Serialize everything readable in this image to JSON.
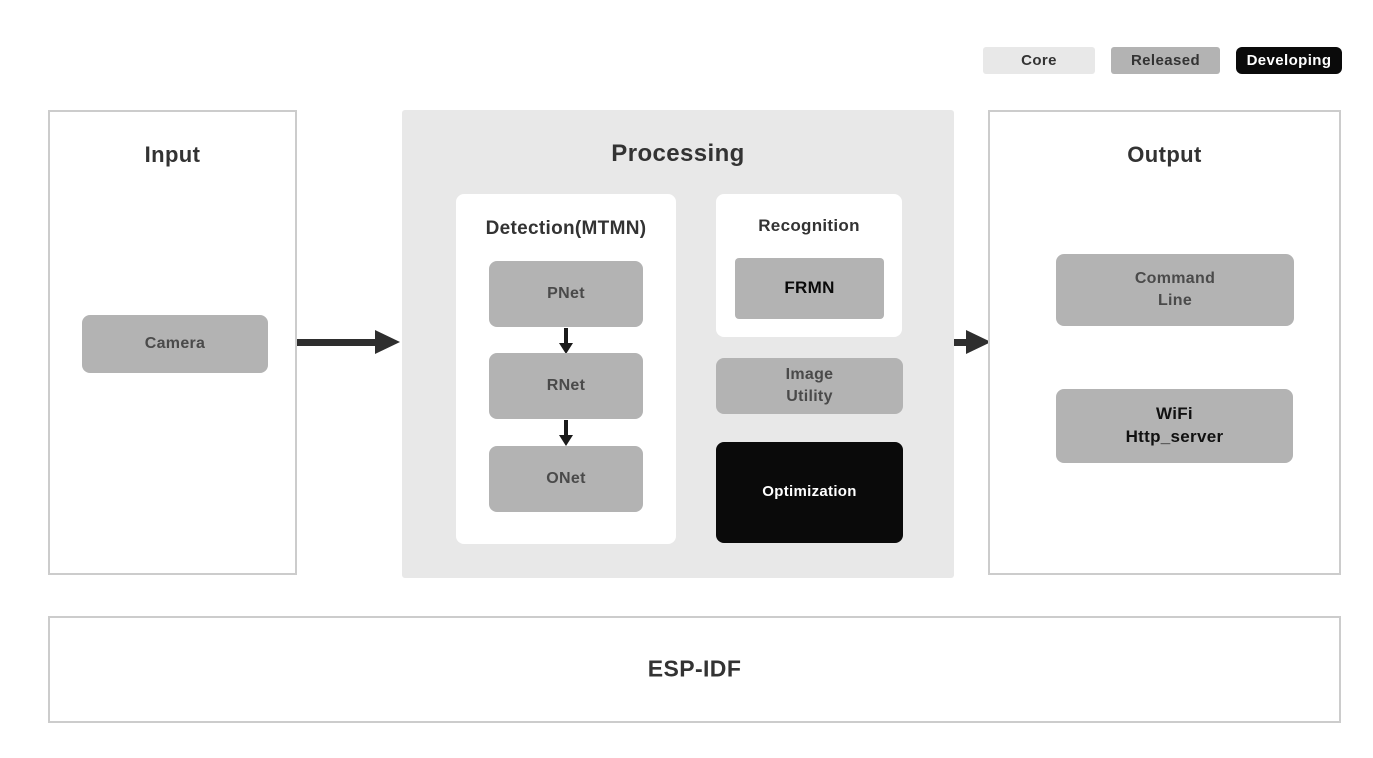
{
  "colors": {
    "core_fill": "#e8e8e8",
    "released_fill": "#b3b3b3",
    "developing_fill": "#0a0a0a",
    "developing_text": "#ffffff",
    "node_label_text": "#4a4a4a",
    "title_text": "#333333",
    "box_border": "#cccccc",
    "arrow": "#2e2e2e",
    "background": "#ffffff"
  },
  "legend": {
    "items": [
      {
        "label": "Core",
        "status": "core",
        "bg": "#e8e8e8",
        "fg": "#333333"
      },
      {
        "label": "Released",
        "status": "released",
        "bg": "#b3b3b3",
        "fg": "#333333"
      },
      {
        "label": "Developing",
        "status": "developing",
        "bg": "#0a0a0a",
        "fg": "#ffffff"
      }
    ]
  },
  "sections": {
    "input": {
      "title": "Input",
      "nodes": [
        {
          "label": "Camera",
          "status": "released"
        }
      ]
    },
    "processing": {
      "title": "Processing",
      "status": "core",
      "detection": {
        "title": "Detection(MTMN)",
        "flow": "PNet -> RNet -> ONet",
        "nodes": [
          {
            "label": "PNet",
            "status": "released"
          },
          {
            "label": "RNet",
            "status": "released"
          },
          {
            "label": "ONet",
            "status": "released"
          }
        ]
      },
      "recognition": {
        "title": "Recognition",
        "nodes": [
          {
            "label": "FRMN",
            "status": "released"
          }
        ]
      },
      "image_utility": {
        "lines": [
          "Image",
          "Utility"
        ],
        "status": "released"
      },
      "optimization": {
        "label": "Optimization",
        "status": "developing"
      }
    },
    "output": {
      "title": "Output",
      "nodes": [
        {
          "lines": [
            "Command",
            "Line"
          ],
          "status": "released"
        },
        {
          "lines": [
            "WiFi",
            "Http_server"
          ],
          "status": "released"
        }
      ]
    },
    "esp_idf": {
      "title": "ESP-IDF",
      "status": "core"
    }
  },
  "arrows": [
    {
      "name": "input-to-processing",
      "direction": "right"
    },
    {
      "name": "pnet-to-rnet",
      "direction": "down"
    },
    {
      "name": "rnet-to-onet",
      "direction": "down"
    },
    {
      "name": "processing-to-output",
      "direction": "right"
    }
  ]
}
